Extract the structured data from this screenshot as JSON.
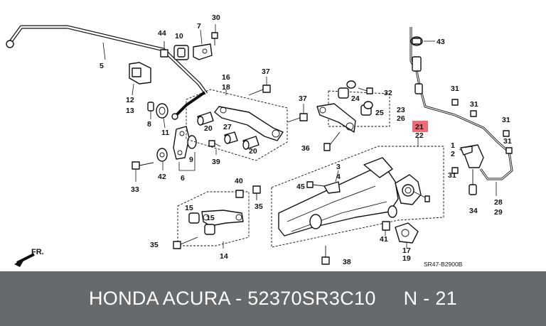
{
  "diagram": {
    "highlight_color": "#f06b7a",
    "highlighted_callout": "21",
    "callouts": [
      {
        "id": "c1",
        "text": "1"
      },
      {
        "id": "c2",
        "text": "2"
      },
      {
        "id": "c3",
        "text": "3"
      },
      {
        "id": "c4",
        "text": "4"
      },
      {
        "id": "c5",
        "text": "5"
      },
      {
        "id": "c6",
        "text": "6"
      },
      {
        "id": "c7",
        "text": "7"
      },
      {
        "id": "c8",
        "text": "8"
      },
      {
        "id": "c9",
        "text": "9"
      },
      {
        "id": "c10",
        "text": "10"
      },
      {
        "id": "c11",
        "text": "11"
      },
      {
        "id": "c12",
        "text": "12"
      },
      {
        "id": "c13",
        "text": "13"
      },
      {
        "id": "c14",
        "text": "14"
      },
      {
        "id": "c15a",
        "text": "15"
      },
      {
        "id": "c15b",
        "text": "15"
      },
      {
        "id": "c16",
        "text": "16"
      },
      {
        "id": "c17",
        "text": "17"
      },
      {
        "id": "c18",
        "text": "18"
      },
      {
        "id": "c19",
        "text": "19"
      },
      {
        "id": "c20a",
        "text": "20"
      },
      {
        "id": "c20b",
        "text": "20"
      },
      {
        "id": "c21",
        "text": "21"
      },
      {
        "id": "c22",
        "text": "22"
      },
      {
        "id": "c23",
        "text": "23"
      },
      {
        "id": "c24",
        "text": "24"
      },
      {
        "id": "c25",
        "text": "25"
      },
      {
        "id": "c26",
        "text": "26"
      },
      {
        "id": "c27",
        "text": "27"
      },
      {
        "id": "c28",
        "text": "28"
      },
      {
        "id": "c29",
        "text": "29"
      },
      {
        "id": "c30",
        "text": "30"
      },
      {
        "id": "c31a",
        "text": "31"
      },
      {
        "id": "c31b",
        "text": "31"
      },
      {
        "id": "c31c",
        "text": "31"
      },
      {
        "id": "c31d",
        "text": "31"
      },
      {
        "id": "c31e",
        "text": "31"
      },
      {
        "id": "c32",
        "text": "32"
      },
      {
        "id": "c33",
        "text": "33"
      },
      {
        "id": "c34",
        "text": "34"
      },
      {
        "id": "c35a",
        "text": "35"
      },
      {
        "id": "c35b",
        "text": "35"
      },
      {
        "id": "c36",
        "text": "36"
      },
      {
        "id": "c37a",
        "text": "37"
      },
      {
        "id": "c37b",
        "text": "37"
      },
      {
        "id": "c38",
        "text": "38"
      },
      {
        "id": "c39",
        "text": "39"
      },
      {
        "id": "c40",
        "text": "40"
      },
      {
        "id": "c41",
        "text": "41"
      },
      {
        "id": "c42",
        "text": "42"
      },
      {
        "id": "c43",
        "text": "43"
      },
      {
        "id": "c44",
        "text": "44"
      },
      {
        "id": "c45",
        "text": "45"
      }
    ],
    "front_marker": "FR.",
    "diagram_code": "SR47-B2900B"
  },
  "footer": {
    "text": "HONDA ACURA - 52370SR3C10     N - 21",
    "background": "#666a6d",
    "text_color": "#ffffff"
  }
}
